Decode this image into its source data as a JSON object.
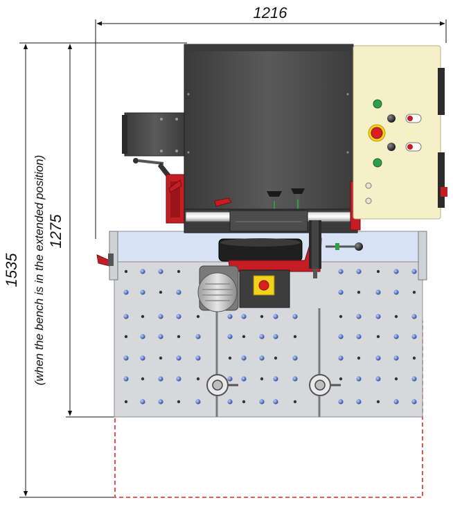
{
  "dimensions": {
    "width_label": "1216",
    "height_label": "1275",
    "extended_height_label": "1535",
    "extended_note": "(when the bench is in the extended position)"
  },
  "colors": {
    "housing": "#4a4a4a",
    "cabinet": "#f6f0c8",
    "accent_red": "#c41e24",
    "table_plate": "#d6d8dc",
    "table_top": "#d7e3f4",
    "extension_outline": "#e0262c",
    "motor": "#c9c9c9",
    "button_green": "#2ea043",
    "button_red": "#d92020",
    "button_yellow": "#f2d21c"
  }
}
